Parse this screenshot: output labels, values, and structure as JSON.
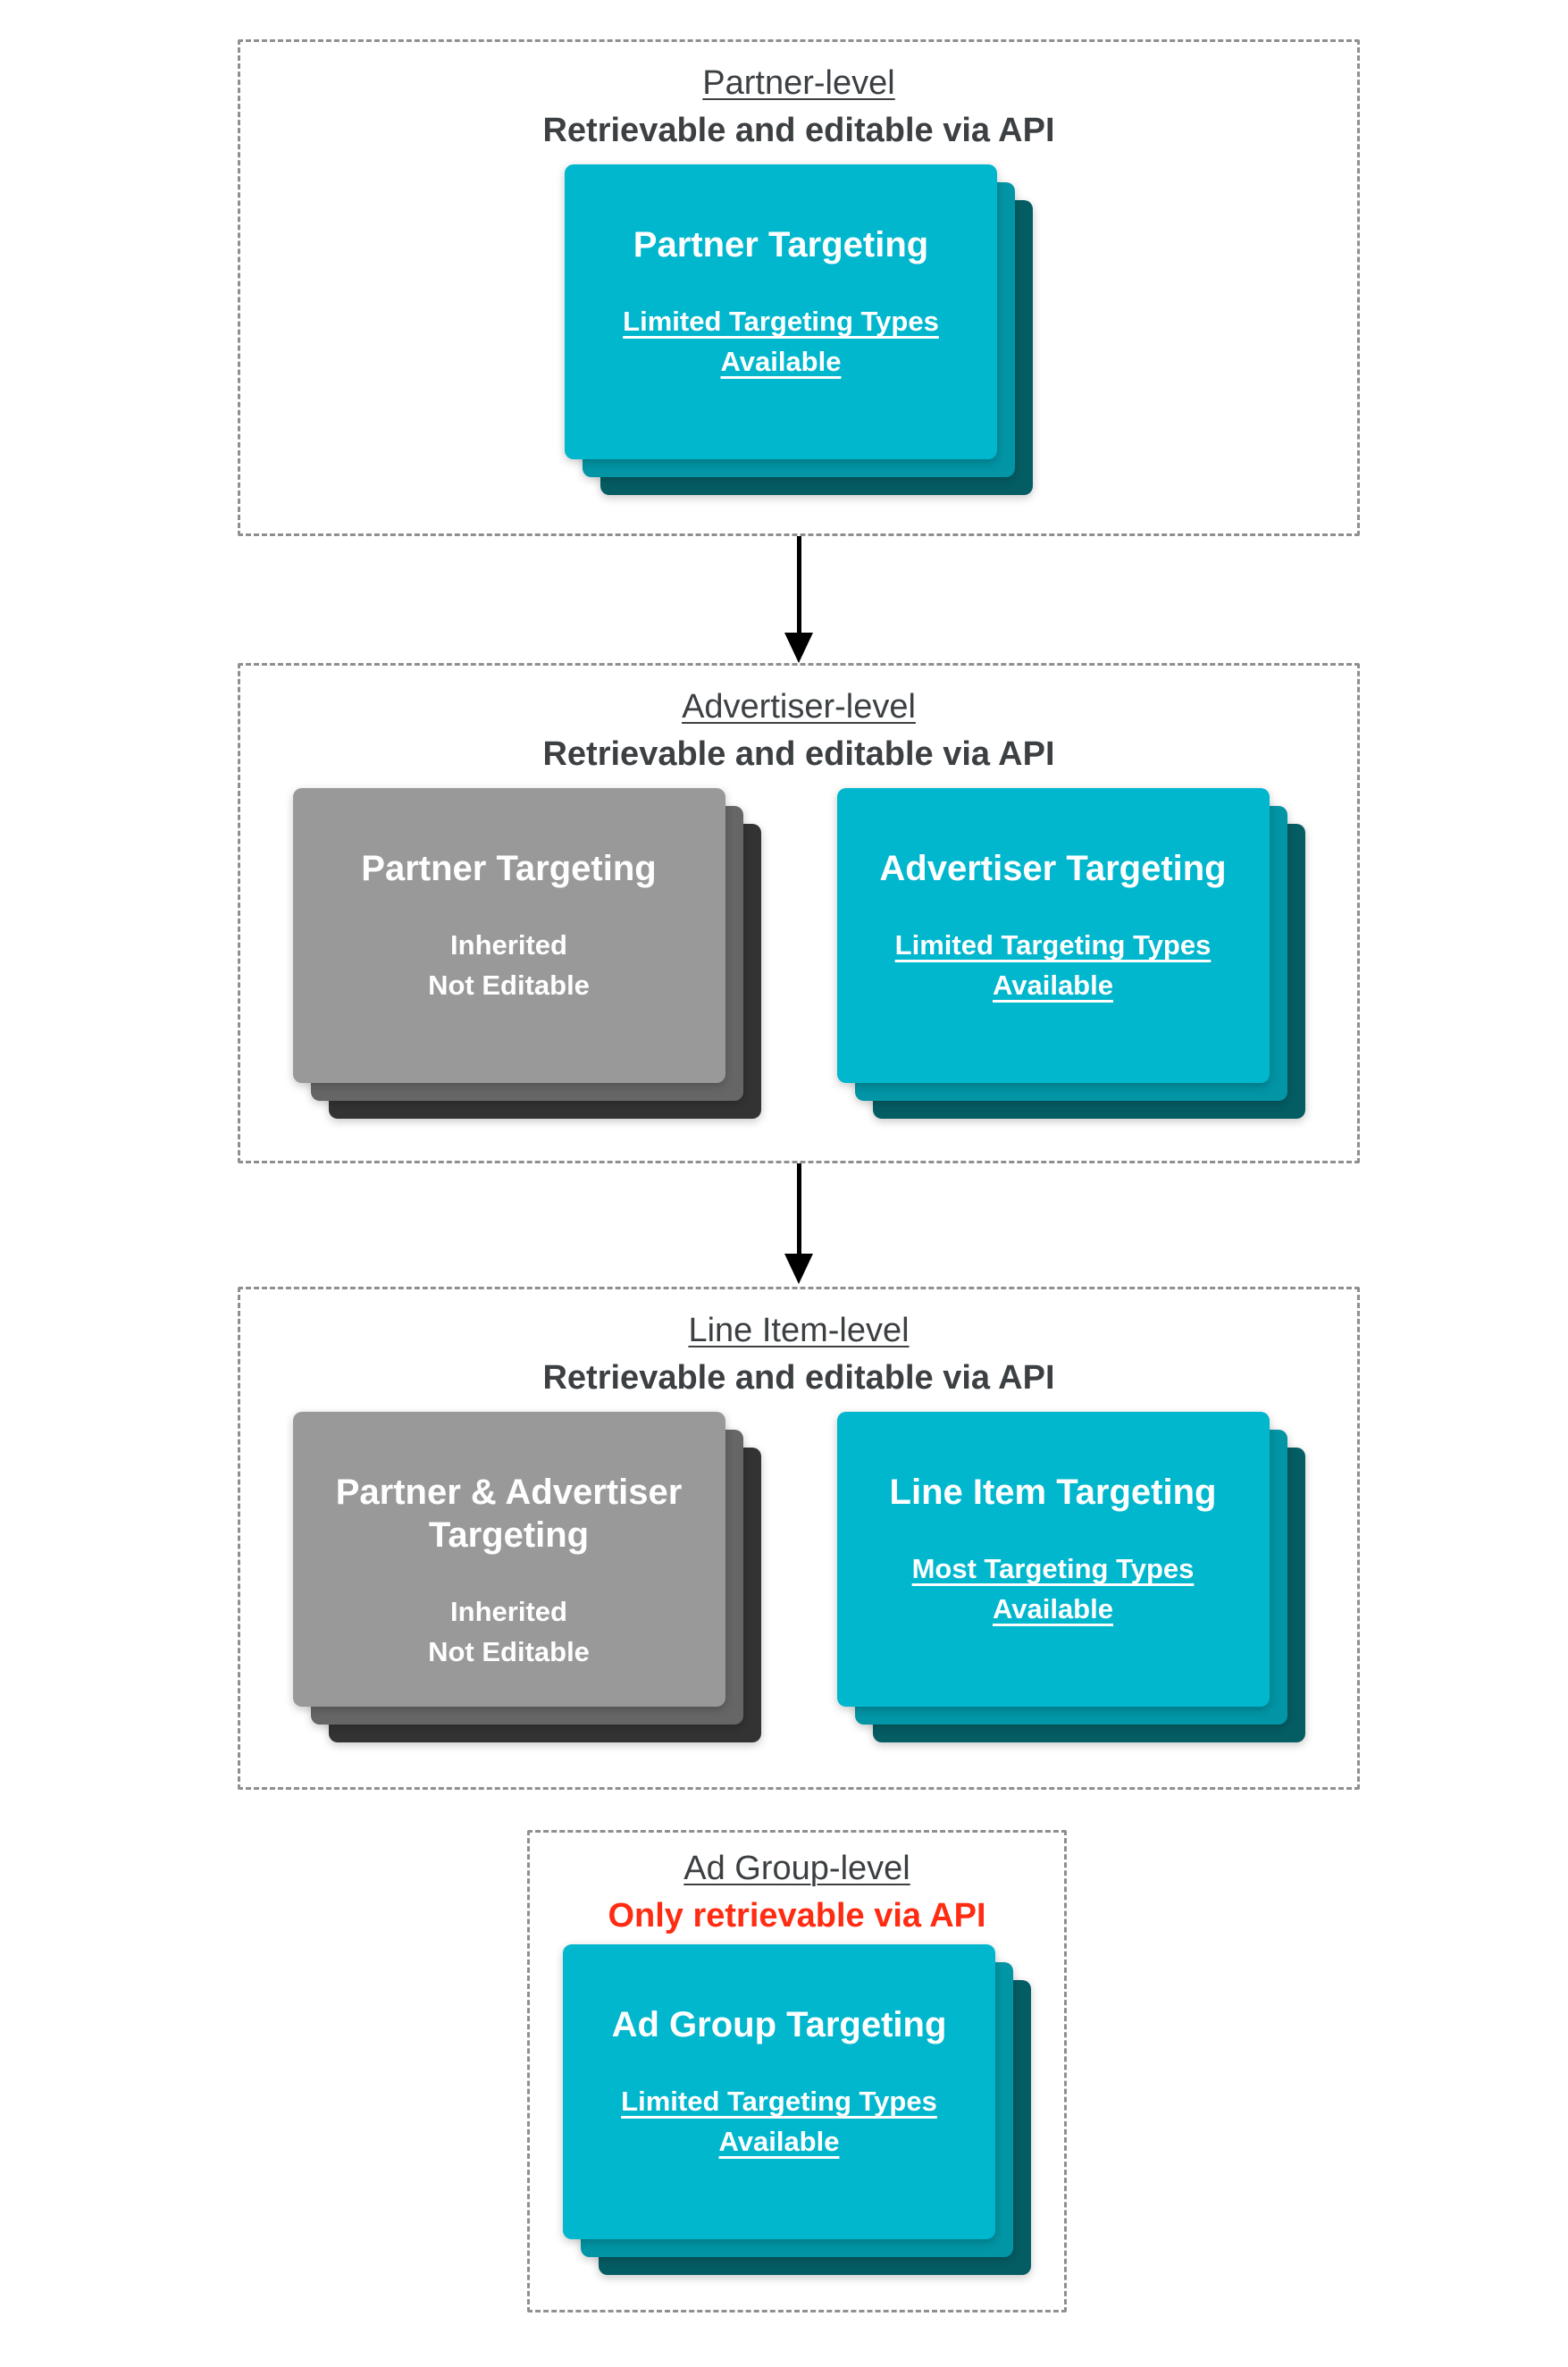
{
  "colors": {
    "cyan_front": "#00b7ce",
    "cyan_mid": "#0295a5",
    "cyan_back": "#055d64",
    "gray_front": "#999999",
    "gray_mid": "#666666",
    "gray_back": "#333333",
    "ink": "#3c4043",
    "red": "#fe2c12",
    "dash": "#8f8f8f",
    "arrow": "#000000",
    "card_text": "#ffffff",
    "bg": "#ffffff"
  },
  "sections": [
    {
      "id": "partner-level",
      "title": "Partner-level",
      "subtitle": "Retrievable and editable via API",
      "subtitle_emphasis": "dark",
      "cards": [
        {
          "variant": "cyan",
          "title": "Partner Targeting",
          "lines": [
            "Limited Targeting Types",
            "Available"
          ],
          "underlined": true
        }
      ]
    },
    {
      "id": "advertiser-level",
      "title": "Advertiser-level",
      "subtitle": "Retrievable and editable via API",
      "subtitle_emphasis": "dark",
      "cards": [
        {
          "variant": "gray",
          "title": "Partner Targeting",
          "lines": [
            "Inherited",
            "Not Editable"
          ],
          "underlined": false
        },
        {
          "variant": "cyan",
          "title": "Advertiser Targeting",
          "lines": [
            "Limited Targeting Types",
            "Available"
          ],
          "underlined": true
        }
      ]
    },
    {
      "id": "line-item-level",
      "title": "Line Item-level",
      "subtitle": "Retrievable and editable via API",
      "subtitle_emphasis": "dark",
      "cards": [
        {
          "variant": "gray",
          "title": "Partner & Advertiser Targeting",
          "lines": [
            "Inherited",
            "Not Editable"
          ],
          "underlined": false
        },
        {
          "variant": "cyan",
          "title": "Line Item Targeting",
          "lines": [
            "Most Targeting Types",
            "Available"
          ],
          "underlined": true
        }
      ]
    },
    {
      "id": "ad-group-level",
      "title": "Ad Group-level",
      "subtitle": "Only retrievable via API",
      "subtitle_emphasis": "red",
      "cards": [
        {
          "variant": "cyan",
          "title": "Ad Group Targeting",
          "lines": [
            "Limited Targeting Types",
            "Available"
          ],
          "underlined": true
        }
      ]
    }
  ],
  "arrows": [
    {
      "from": "Partner-level",
      "to": "Advertiser-level"
    },
    {
      "from": "Advertiser-level",
      "to": "Line Item-level"
    }
  ]
}
